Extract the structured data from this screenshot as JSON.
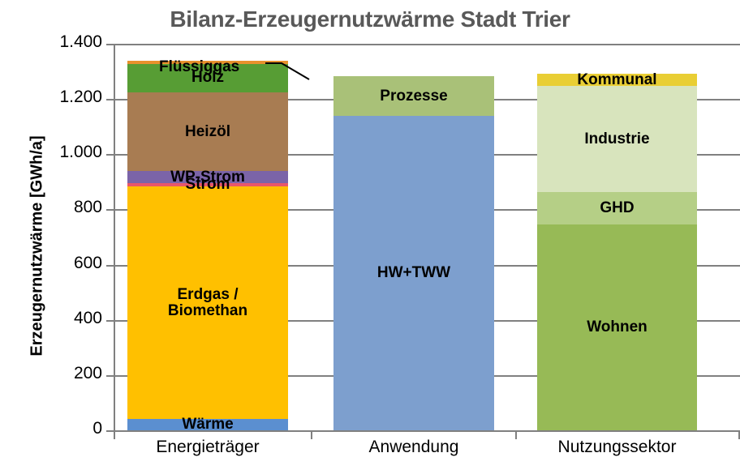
{
  "chart_data": {
    "type": "bar",
    "stacked": true,
    "title": "Bilanz-Erzeugernutzwärme Stadt Trier",
    "xlabel": "",
    "ylabel": "Erzeugernutzwärme [GWh/a]",
    "ylim": [
      0,
      1400
    ],
    "ytick_step": 200,
    "ytick_labels": [
      "0",
      "200",
      "400",
      "600",
      "800",
      "1.000",
      "1.200",
      "1.400"
    ],
    "ytick_values": [
      0,
      200,
      400,
      600,
      800,
      1000,
      1200,
      1400
    ],
    "grid": true,
    "legend": "none (labels drawn inside segments)",
    "categories": [
      "Energieträger",
      "Anwendung",
      "Nutzungssektor"
    ],
    "columns": [
      {
        "category": "Energieträger",
        "total": 1297,
        "segments": [
          {
            "name": "Wärme",
            "value": 41,
            "color": "#5B8FD0",
            "label_inside": true,
            "text_color": "#000000"
          },
          {
            "name": "Erdgas /\nBiomethan",
            "value": 842,
            "color": "#FFC000",
            "label_inside": true,
            "text_color": "#000000"
          },
          {
            "name": "Strom",
            "value": 12,
            "color": "#E8566B",
            "label_inside": true,
            "text_color": "#000000"
          },
          {
            "name": "WP-Strom",
            "value": 44,
            "color": "#7B64A8",
            "label_inside": true,
            "text_color": "#000000"
          },
          {
            "name": "Heizöl",
            "value": 285,
            "color": "#A87C52",
            "label_inside": true,
            "text_color": "#000000"
          },
          {
            "name": "Holz",
            "value": 103,
            "color": "#579D34",
            "label_inside": true,
            "text_color": "#000000"
          },
          {
            "name": "Flüssiggas",
            "value": 12,
            "color": "#E8912D",
            "label_inside": false,
            "text_color": "#000000"
          }
        ]
      },
      {
        "category": "Anwendung",
        "total": 1282,
        "segments": [
          {
            "name": "HW+TWW",
            "value": 1138,
            "color": "#7D9FCE",
            "label_inside": true,
            "text_color": "#000000"
          },
          {
            "name": "Prozesse",
            "value": 144,
            "color": "#A9C178",
            "label_inside": true,
            "text_color": "#000000"
          }
        ]
      },
      {
        "category": "Nutzungssektor",
        "total": 1291,
        "segments": [
          {
            "name": "Wohnen",
            "value": 747,
            "color": "#97BA56",
            "label_inside": true,
            "text_color": "#000000"
          },
          {
            "name": "GHD",
            "value": 115,
            "color": "#B5CF86",
            "label_inside": true,
            "text_color": "#000000"
          },
          {
            "name": "Industrie",
            "value": 385,
            "color": "#D8E4BD",
            "label_inside": true,
            "text_color": "#000000"
          },
          {
            "name": "Kommunal",
            "value": 44,
            "color": "#E9CE34",
            "label_inside": true,
            "text_color": "#000000"
          }
        ]
      }
    ],
    "annotations": [
      {
        "text": "Flüssiggas",
        "target_segment": "Flüssiggas",
        "type": "leader-line-callout"
      }
    ],
    "colors": {
      "title": "#595959",
      "axis": "#808080",
      "grid": "#808080",
      "text": "#000000",
      "background": "#FFFFFF"
    }
  }
}
